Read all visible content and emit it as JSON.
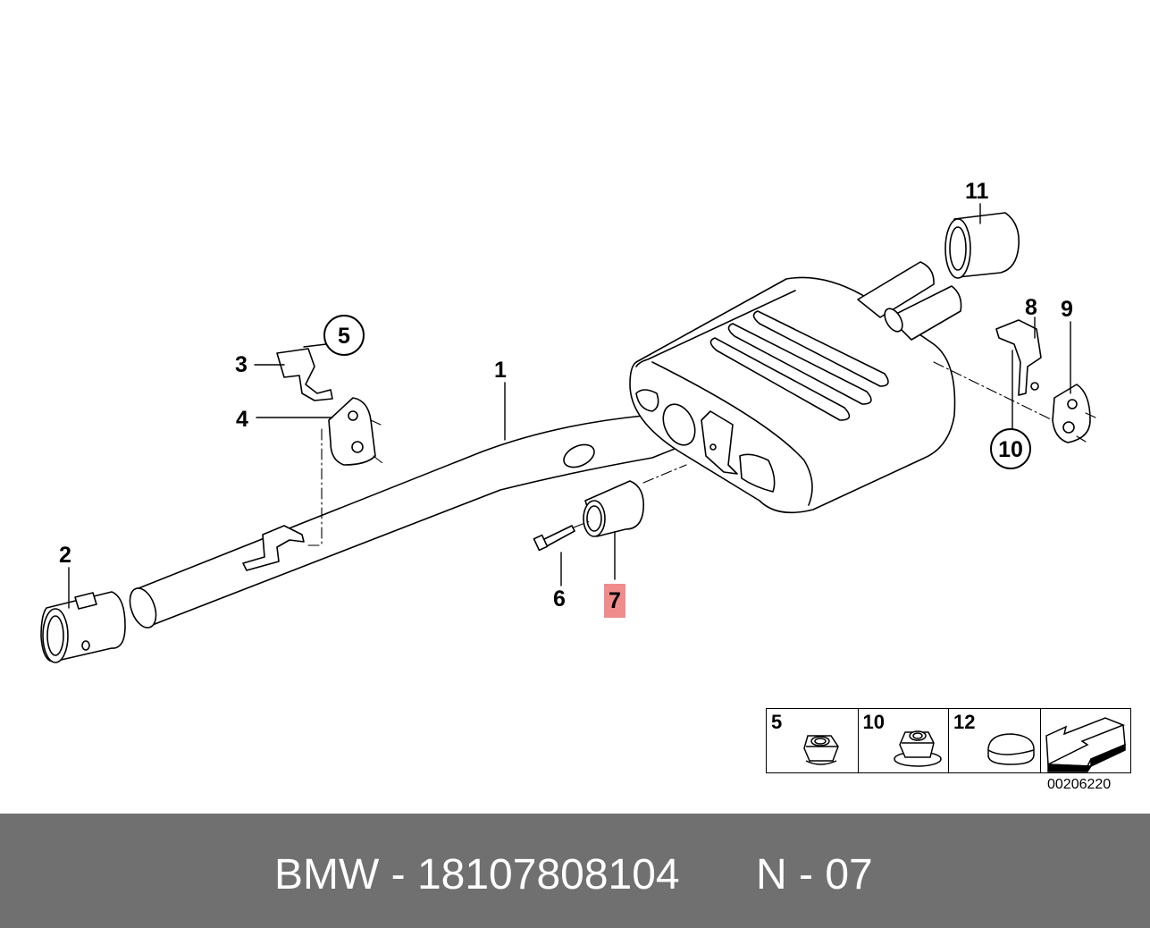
{
  "diagram": {
    "callouts": [
      {
        "id": "1",
        "label": "1"
      },
      {
        "id": "2",
        "label": "2"
      },
      {
        "id": "3",
        "label": "3"
      },
      {
        "id": "4",
        "label": "4"
      },
      {
        "id": "5",
        "label": "5"
      },
      {
        "id": "6",
        "label": "6"
      },
      {
        "id": "7",
        "label": "7"
      },
      {
        "id": "8",
        "label": "8"
      },
      {
        "id": "9",
        "label": "9"
      },
      {
        "id": "10",
        "label": "10"
      },
      {
        "id": "11",
        "label": "11"
      }
    ],
    "highlight_color": "#f08c8c",
    "diagram_id": "00206220"
  },
  "legend": {
    "items": [
      {
        "label": "5"
      },
      {
        "label": "10"
      },
      {
        "label": "12"
      }
    ]
  },
  "footer": {
    "part_text": "BMW - 18107808104",
    "position_text": "N - 07",
    "background": "#707070"
  }
}
